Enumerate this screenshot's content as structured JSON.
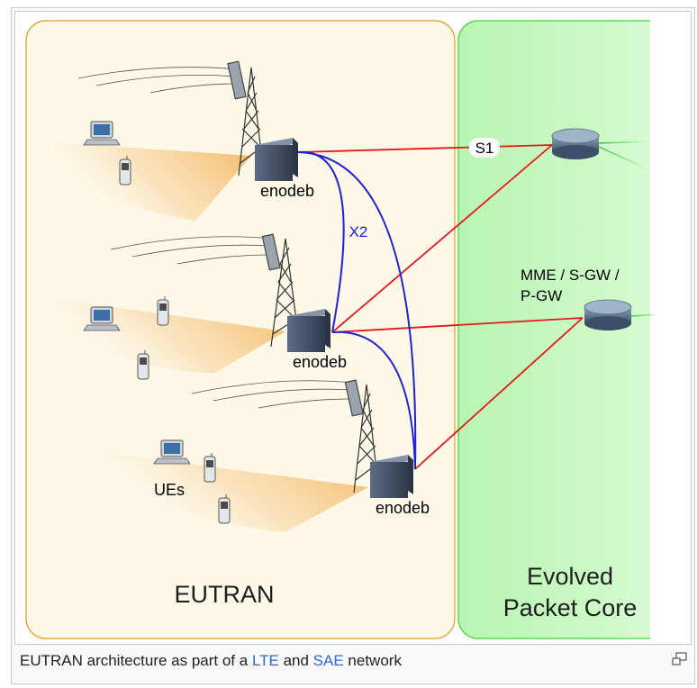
{
  "diagram": {
    "regions": {
      "eutran": "EUTRAN",
      "epc_line1": "Evolved",
      "epc_line2": "Packet Core"
    },
    "nodes": {
      "enodeb_top": "enodeb",
      "enodeb_middle": "enodeb",
      "enodeb_bottom": "enodeb",
      "mme_line1": "MME / S-GW /",
      "mme_line2": "P-GW",
      "ues": "UEs"
    },
    "links": {
      "s1": "S1",
      "x2": "X2"
    },
    "colors": {
      "eutran_fill": "#fdf8e8",
      "eutran_border": "#d8a21c",
      "epc_fill": "#c2f7bd",
      "epc_border": "#3fd63a",
      "s1_line": "#e8171b",
      "x2_line": "#1d22d6",
      "core_link": "#3cc83c"
    }
  },
  "caption": {
    "prefix": "EUTRAN architecture as part of a ",
    "link1": "LTE",
    "middle": " and ",
    "link2": "SAE",
    "suffix": " network"
  },
  "icons": {
    "enlarge": "enlarge-icon"
  }
}
